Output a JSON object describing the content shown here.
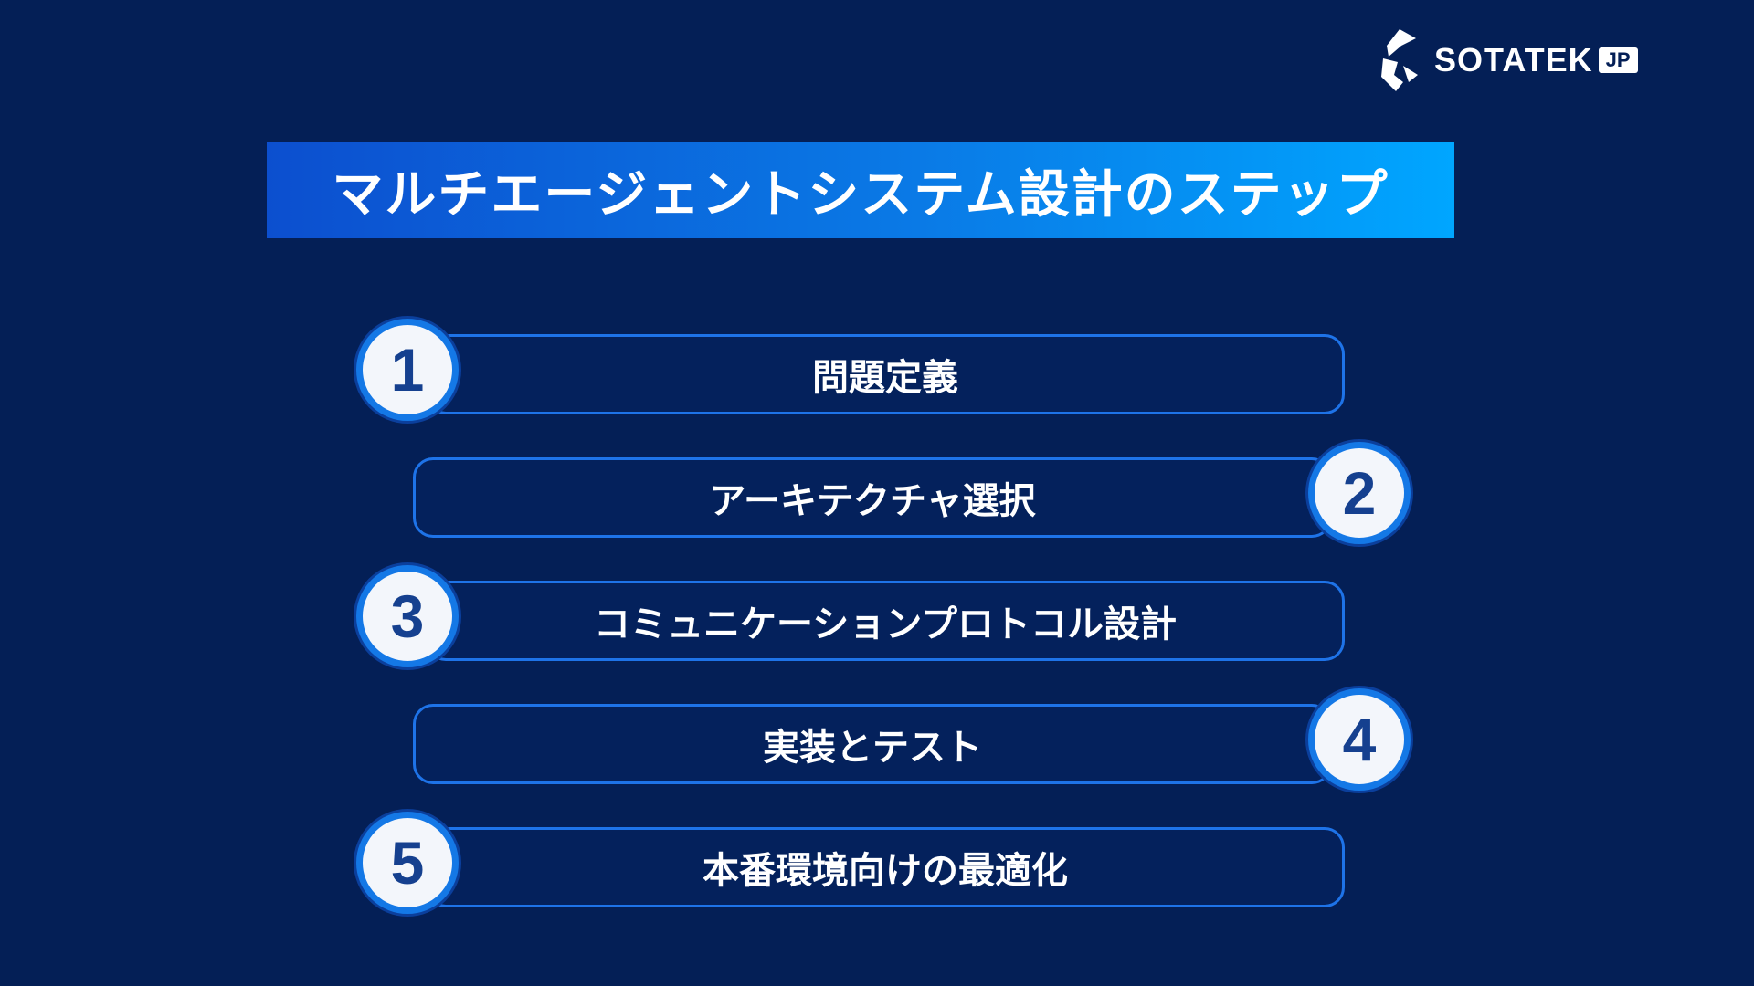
{
  "logo": {
    "name": "SOTATEK",
    "suffix": "JP"
  },
  "title": "マルチエージェントシステム設計のステップ",
  "steps": [
    {
      "number": "1",
      "label": "問題定義"
    },
    {
      "number": "2",
      "label": "アーキテクチャ選択"
    },
    {
      "number": "3",
      "label": "コミュニケーションプロトコル設計"
    },
    {
      "number": "4",
      "label": "実装とテスト"
    },
    {
      "number": "5",
      "label": "本番環境向けの最適化"
    }
  ],
  "colors": {
    "background": "#041f56",
    "accent": "#1478e6",
    "banner_start": "#0c4fcf",
    "banner_end": "#00a6ff",
    "number": "#15408f"
  }
}
